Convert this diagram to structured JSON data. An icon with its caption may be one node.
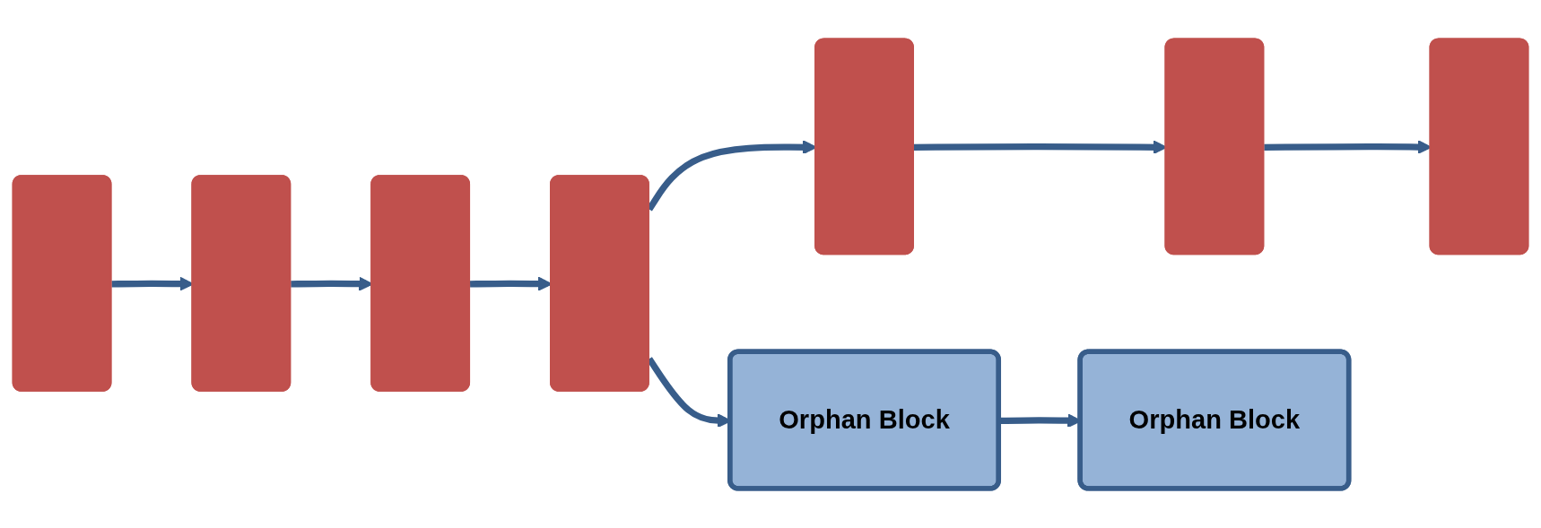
{
  "diagram": {
    "nodes": [
      {
        "text": [],
        "shape": "box"
      },
      {
        "text": [],
        "shape": "box"
      },
      {
        "text": [],
        "shape": "box"
      },
      {
        "text": [],
        "shape": "box"
      },
      {
        "text": [],
        "shape": "box"
      },
      {
        "text": [],
        "shape": "box"
      },
      {
        "text": [],
        "shape": "box"
      },
      {
        "text": [
          "Orphan Block"
        ]
      },
      {
        "text": [
          "Orphan Block"
        ]
      }
    ],
    "edges": [
      {
        "from": 0,
        "to": 1,
        "arrow": "to"
      },
      {
        "from": 1,
        "to": 2,
        "arrow": "to"
      },
      {
        "from": 2,
        "to": 3,
        "arrow": "to"
      },
      {
        "from": 3,
        "to": 4,
        "arrow": "to"
      },
      {
        "from": 4,
        "to": 5,
        "arrow": "to"
      },
      {
        "from": 5,
        "to": 6,
        "arrow": "to"
      },
      {
        "from": 3,
        "to": 7,
        "arrow": "to"
      },
      {
        "from": 7,
        "to": 8,
        "arrow": "to"
      }
    ]
  }
}
